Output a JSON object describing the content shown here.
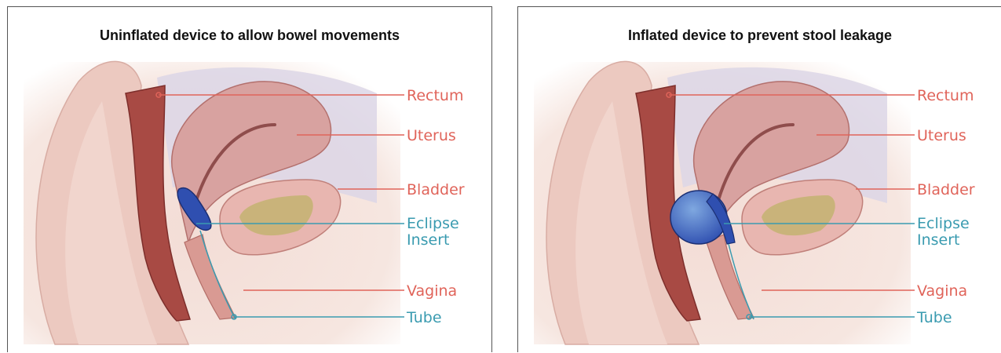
{
  "panels": [
    {
      "title": "Uninflated device to allow bowel movements",
      "state": "uninflated",
      "labels": {
        "rectum": "Rectum",
        "uterus": "Uterus",
        "bladder": "Bladder",
        "eclipse_line1": "Eclipse",
        "eclipse_line2": "Insert",
        "vagina": "Vagina",
        "tube": "Tube"
      }
    },
    {
      "title": "Inflated device to prevent stool leakage",
      "state": "inflated",
      "labels": {
        "rectum": "Rectum",
        "uterus": "Uterus",
        "bladder": "Bladder",
        "eclipse_line1": "Eclipse",
        "eclipse_line2": "Insert",
        "vagina": "Vagina",
        "tube": "Tube"
      }
    }
  ],
  "colors": {
    "label_red": "#e0645a",
    "label_teal": "#3a9bb0",
    "device_blue": "#2f4fb0"
  }
}
